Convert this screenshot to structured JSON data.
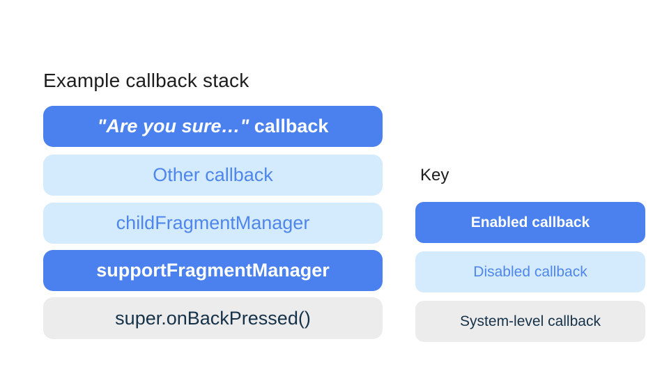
{
  "diagram": {
    "title": "Example callback stack",
    "stack": {
      "items": [
        {
          "label_quoted": "\"Are you sure…\"",
          "label_rest": " callback",
          "state": "enabled"
        },
        {
          "label": "Other callback",
          "state": "disabled"
        },
        {
          "label": "childFragmentManager",
          "state": "disabled"
        },
        {
          "label": "supportFragmentManager",
          "state": "enabled"
        },
        {
          "label": "super.onBackPressed()",
          "state": "system"
        }
      ]
    },
    "key": {
      "title": "Key",
      "items": [
        {
          "label": "Enabled callback",
          "state": "enabled"
        },
        {
          "label": "Disabled callback",
          "state": "disabled"
        },
        {
          "label": "System-level callback",
          "state": "system"
        }
      ]
    }
  },
  "colors": {
    "background": "#ffffff",
    "enabled_fill": "#4a81ee",
    "enabled_text": "#ffffff",
    "disabled_fill": "#d3ebfc",
    "disabled_text": "#4f86ec",
    "system_fill": "#ececec",
    "system_text": "#163249",
    "title_text": "#1d1d1d"
  }
}
